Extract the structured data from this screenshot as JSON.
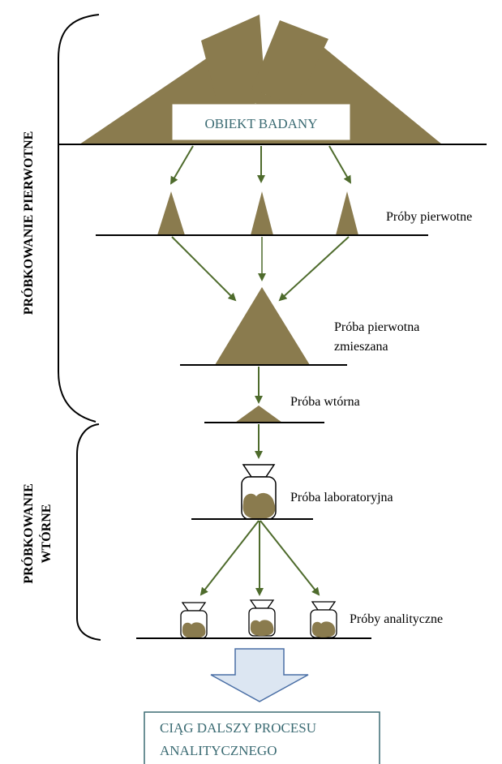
{
  "colors": {
    "earth": "#8a7b4e",
    "arrow": "#4e6b2c",
    "line": "#000000",
    "label_box_text": "#3b6b73",
    "next_step_box_border": "#3b6b73",
    "big_arrow_fill": "#dce6f2",
    "big_arrow_stroke": "#4a6fa5"
  },
  "labels": {
    "object": "OBIEKT BADANY",
    "primary_samples": "Próby pierwotne",
    "mixed_primary_1": "Próba pierwotna",
    "mixed_primary_2": "zmieszana",
    "secondary_sample": "Próba wtórna",
    "lab_sample": "Próba laboratoryjna",
    "analytical_samples": "Próby analityczne",
    "primary_sampling": "PRÓBKOWANIE PIERWOTNE",
    "secondary_sampling_1": "PRÓBKOWANIE",
    "secondary_sampling_2": "WTÓRNE",
    "next_step_1": "CIĄG DALSZY PROCESU",
    "next_step_2": "ANALITYCZNEGO"
  },
  "icons": {
    "heap": "triangle-heap-icon",
    "jar": "sample-jar-icon",
    "arrow": "down-arrow-icon",
    "big_arrow": "block-down-arrow-icon"
  }
}
